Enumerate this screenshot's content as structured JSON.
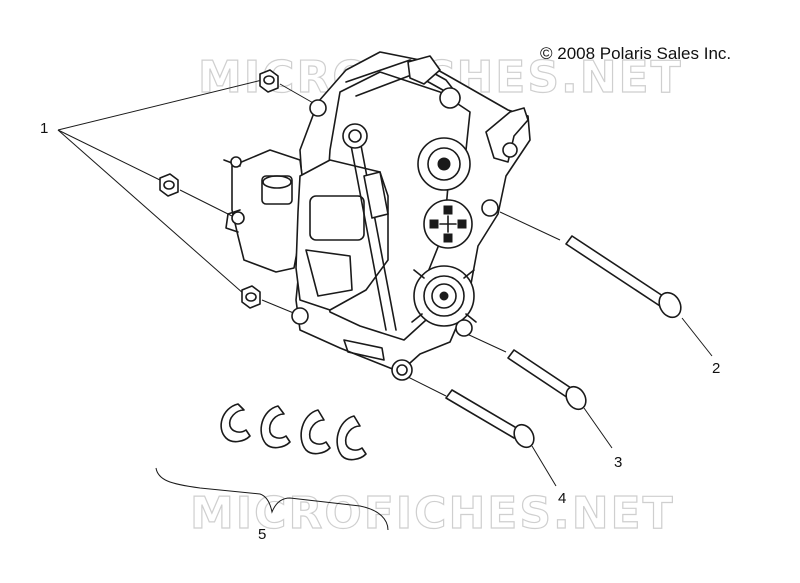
{
  "copyright": "© 2008 Polaris Sales Inc.",
  "watermark": "MICROFICHES.NET",
  "callouts": [
    "1",
    "2",
    "3",
    "4",
    "5"
  ]
}
